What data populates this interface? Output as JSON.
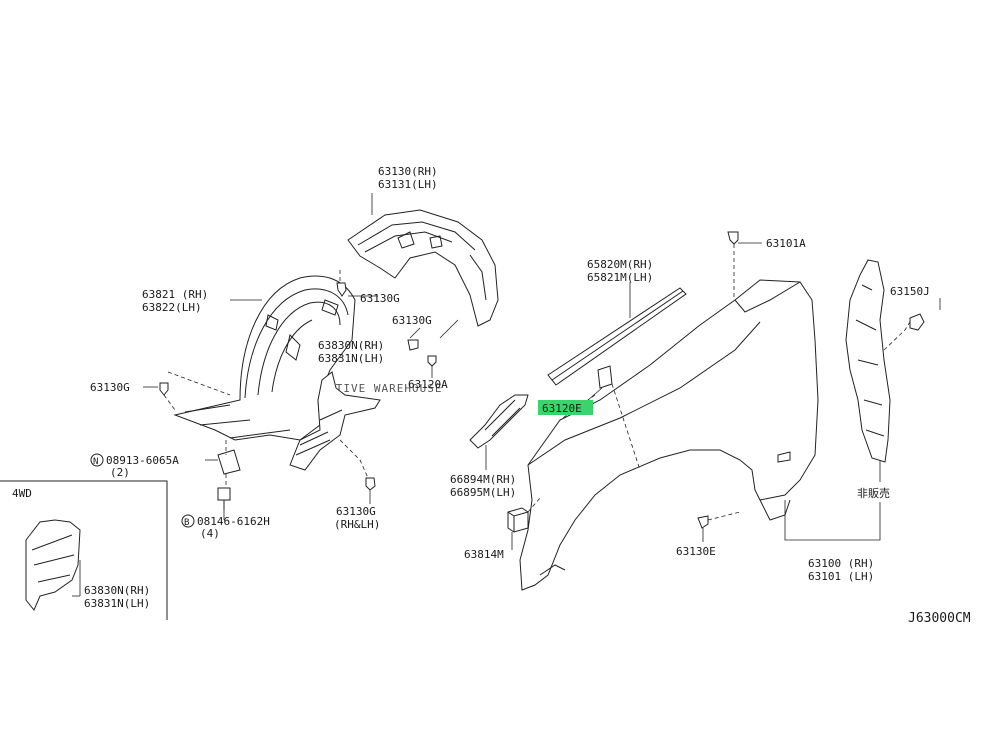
{
  "watermark": "AUTOMOTIVE WAREHOUSE",
  "watermark_colors": {
    "text": "#cfcfcf",
    "highlight": "#39d46b"
  },
  "diagram_code": "J63000CM",
  "inset_label": "4WD",
  "callouts": {
    "c63130": "63130(RH)",
    "c63131": "63131(LH)",
    "c63821": "63821 (RH)",
    "c63822": "63822(LH)",
    "c63130g_a": "63130G",
    "c63130g_b": "63130G",
    "c63830n": "63830N(RH)",
    "c63831n": "63831N(LH)",
    "c63120a": "63120A",
    "c63130g_left": "63130G",
    "c08913": "08913-6065A",
    "c08913_qty": "(2)",
    "c08913_prefix": "N",
    "c08146": "08146-6162H",
    "c08146_qty": "(4)",
    "c08146_prefix": "B",
    "c63130g_rhlh": "63130G",
    "c_rhlh": "(RH&LH)",
    "c65820m": "65820M(RH)",
    "c65821m": "65821M(LH)",
    "c63120e": "63120E",
    "c63101a": "63101A",
    "c63150j": "63150J",
    "c66894m": "66894M(RH)",
    "c66895m": "66895M(LH)",
    "c63814m": "63814M",
    "c63130e": "63130E",
    "c_jp": "非販売",
    "c63100": "63100 (RH)",
    "c63101": "63101 (LH)",
    "c63830n_4wd": "63830N(RH)",
    "c63831n_4wd": "63831N(LH)"
  }
}
